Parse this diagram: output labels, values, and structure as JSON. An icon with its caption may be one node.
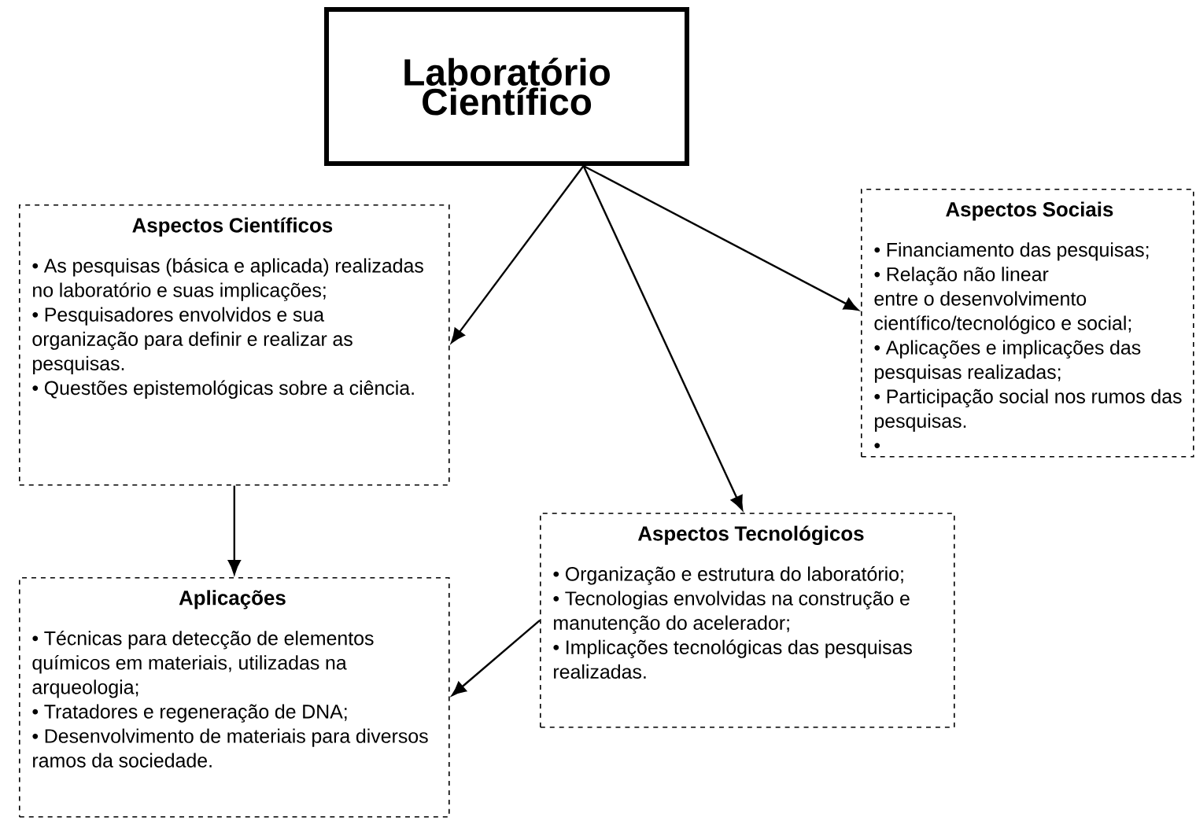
{
  "diagram": {
    "nodes": [
      {
        "text": [
          "Laboratório Científico"
        ]
      },
      {
        "text": [
          "Aspectos Científicos",
          "• As pesquisas (básica e aplicada) realizadas no laboratório e suas implicações;",
          "• Pesquisadores envolvidos e sua organização para definir e realizar as pesquisas.",
          "• Questões epistemológicas sobre a ciência."
        ]
      },
      {
        "text": [
          "Aspectos Sociais",
          "• Financiamento das pesquisas;",
          "• Relação não linear entre o desenvolvimento científico/tecnológico e social;",
          "• Aplicações e implicações das pesquisas realizadas;",
          "• Participação social nos rumos das pesquisas.",
          "•"
        ]
      },
      {
        "text": [
          "Aspectos Tecnológicos",
          "• Organização e estrutura do laboratório;",
          "• Tecnologias envolvidas na construção e manutenção do acelerador;",
          "• Implicações tecnológicas das pesquisas realizadas."
        ]
      },
      {
        "text": [
          "Aplicações",
          "• Técnicas para detecção de elementos químicos em materiais, utilizadas na arqueologia;",
          "• Tratadores e regeneração de DNA;",
          "• Desenvolvimento de materiais para diversos ramos da sociedade."
        ]
      }
    ],
    "edges": [
      {
        "from": 0,
        "to": 1,
        "arrow": "to"
      },
      {
        "from": 0,
        "to": 2,
        "arrow": "to"
      },
      {
        "from": 0,
        "to": 3,
        "arrow": "to"
      },
      {
        "from": 1,
        "to": 4,
        "arrow": "to"
      },
      {
        "from": 3,
        "to": 4,
        "arrow": "to"
      }
    ]
  }
}
